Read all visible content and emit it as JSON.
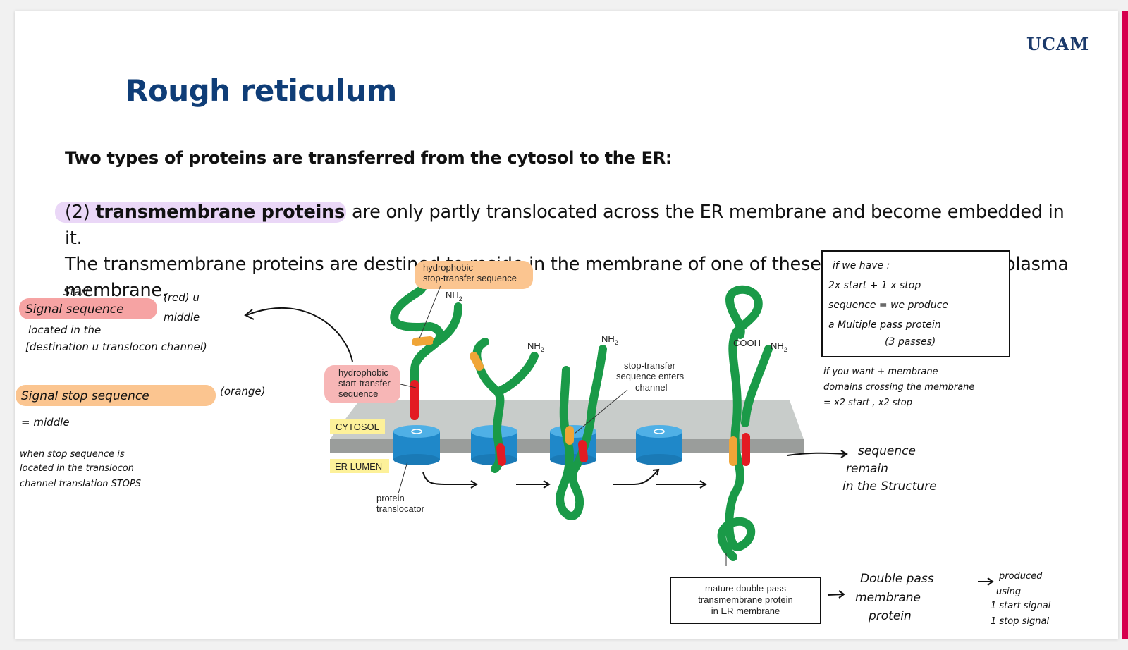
{
  "slide": {
    "logo": "UCAM",
    "title": "Rough reticulum",
    "subtitle": "Two types of proteins are transferred from the cytosol to the ER:",
    "paragraph": {
      "number": "(2)",
      "term": "transmembrane proteins",
      "rest_line1": " are only partly translocated across the ER membrane and become embedded in it.",
      "rest": " The transmembrane proteins are destined to reside in the membrane of one of these organelles or in the plasma membrane."
    }
  },
  "diagram": {
    "labels": {
      "stop_transfer": [
        "hydrophobic",
        "stop-transfer sequence"
      ],
      "start_transfer": [
        "hydrophobic",
        "start-transfer",
        "sequence"
      ],
      "nh2": "NH",
      "nh2_sub": "2",
      "cooh": "COOH",
      "stop_channel": [
        "stop-transfer",
        "sequence enters",
        "channel"
      ],
      "cytosol": "CYTOSOL",
      "er_lumen": "ER LUMEN",
      "translocator": [
        "protein",
        "translocator"
      ],
      "mature": [
        "mature double-pass",
        "transmembrane protein",
        "in ER membrane"
      ]
    },
    "colors": {
      "protein": "#1a9a48",
      "signal": "#f0a537",
      "start": "#e31b23",
      "channel": "#2b8fd1",
      "membrane": "#b9bdbb",
      "orange_label": "#fbc590",
      "pink_label": "#f7b6b6",
      "yellow_label": "#fdf19a"
    }
  },
  "notes": {
    "left": {
      "start": "Start",
      "signal_sequence": "Signal   sequence",
      "red_u": "(red)  u",
      "middle": "middle",
      "located": "located   in   the",
      "destination": "[destination   u  translocon   channel)",
      "signal_stop": "Signal    stop    sequence",
      "orange": "(orange)",
      "eq_middle": "= middle",
      "when_stop": "when   stop   sequence   is",
      "located_translocon": "located   in  the   translocon",
      "channel_stops": "channel   translation   STOPS"
    },
    "box": {
      "line1": "if we have :",
      "line2": "2x start   +   1 x stop",
      "line3": "sequence   =  we  produce",
      "line4": "a  Multiple pass  protein",
      "line5": "(3 passes)"
    },
    "right": {
      "want1": "if  you   want  +  membrane",
      "want2": "domains   crossing   the  membrane",
      "want3": "=  x2  start  ,  x2  stop",
      "seq1": "sequence",
      "seq2": "remain",
      "seq3": "in the  Structure",
      "dp1": "Double   pass",
      "dp2": "membrane",
      "dp3": "protein",
      "prod1": "produced",
      "prod2": "using",
      "prod3": "1  start  signal",
      "prod4": "1  stop   signal"
    }
  }
}
